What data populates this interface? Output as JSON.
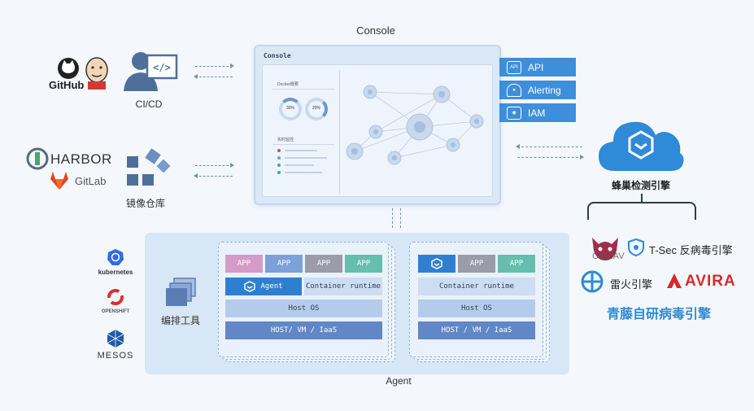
{
  "labels": {
    "console_top": "Console",
    "cicd": "CI/CD",
    "registry": "镜像仓库",
    "orchestration": "编排工具",
    "agent": "Agent",
    "detection_engine": "蜂巢检测引擎"
  },
  "logos": {
    "github": "GitHub",
    "harbor": "HARBOR",
    "gitlab": "GitLab",
    "kubernetes": "kubernetes",
    "openshift": "OPENSHIFT",
    "mesos": "MESOS"
  },
  "console": {
    "title": "Console",
    "panel1": "Docker概要",
    "pct1": "30%",
    "pct2": "20%",
    "panel2": "实时监控"
  },
  "side_buttons": [
    {
      "label": "API",
      "icon": "api-icon"
    },
    {
      "label": "Alerting",
      "icon": "alert-bell-icon"
    },
    {
      "label": "IAM",
      "icon": "iam-icon"
    }
  ],
  "agent_left": {
    "apps": [
      "APP",
      "APP",
      "APP",
      "APP"
    ],
    "agent_cell": "Agent",
    "runtime": "Container runtime",
    "os": "Host OS",
    "host": "HOST/ VM / IaaS"
  },
  "agent_right": {
    "apps": [
      "APP",
      "APP"
    ],
    "runtime": "Container runtime",
    "os": "Host OS",
    "host": "HOST / VM / IaaS"
  },
  "engines": {
    "clamav": "ClamAV",
    "tsec": "T-Sec 反病毒引擎",
    "leihuo": "雷火引擎",
    "avira": "AVIRA",
    "qingteng": "青藤自研病毒引擎"
  },
  "colors": {
    "accent": "#2f7fd0",
    "engine_blue": "#2f8ad8",
    "avira_red": "#d52b2b",
    "pink_app": "#d59bc7",
    "green_app": "#66bfae"
  }
}
